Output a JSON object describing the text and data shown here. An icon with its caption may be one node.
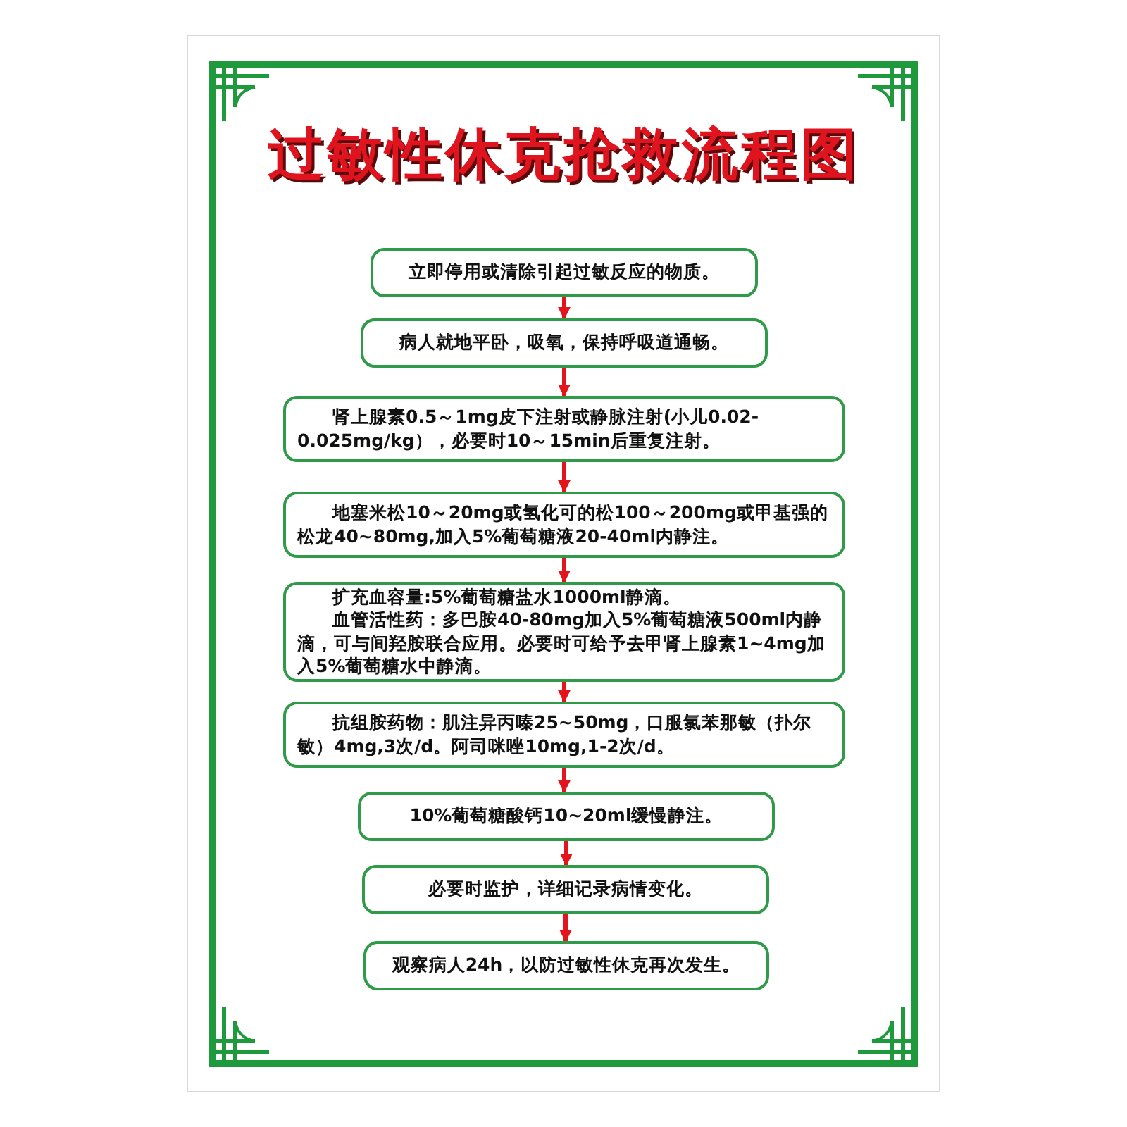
{
  "diagram": {
    "title": "过敏性休克抢救流程图",
    "nodes": [
      {
        "text": [
          "立即停用或清除引起过敏反应的物质。"
        ]
      },
      {
        "text": [
          "病人就地平卧，吸氧，保持呼吸道通畅。"
        ]
      },
      {
        "text": [
          "肾上腺素0.5～1mg皮下注射或静脉注射(小儿0.02-0.025mg/kg），必要时10～15min后重复注射。"
        ]
      },
      {
        "text": [
          "地塞米松10～20mg或氢化可的松100～200mg或甲基强的松龙40~80mg,加入5%葡萄糖液20-40ml内静注。"
        ]
      },
      {
        "text": [
          "扩充血容量:5%葡萄糖盐水1000ml静滴。",
          "血管活性药：多巴胺40-80mg加入5%葡萄糖液500ml内静滴，可与间羟胺联合应用。必要时可给予去甲肾上腺素1~4mg加入5%葡萄糖水中静滴。"
        ]
      },
      {
        "text": [
          "抗组胺药物：肌注异丙嗪25~50mg，口服氯苯那敏（扑尔敏）4mg,3次/d。阿司咪唑10mg,1-2次/d。"
        ]
      },
      {
        "text": [
          "10%葡萄糖酸钙10~20ml缓慢静注。"
        ]
      },
      {
        "text": [
          "必要时监护，详细记录病情变化。"
        ]
      },
      {
        "text": [
          "观察病人24h，以防过敏性休克再次发生。"
        ]
      }
    ],
    "edges": [
      {
        "from": 0,
        "to": 1,
        "arrow": "to"
      },
      {
        "from": 1,
        "to": 2,
        "arrow": "to"
      },
      {
        "from": 2,
        "to": 3,
        "arrow": "to"
      },
      {
        "from": 3,
        "to": 4,
        "arrow": "to"
      },
      {
        "from": 4,
        "to": 5,
        "arrow": "to"
      },
      {
        "from": 5,
        "to": 6,
        "arrow": "to"
      },
      {
        "from": 6,
        "to": 7,
        "arrow": "to"
      },
      {
        "from": 7,
        "to": 8,
        "arrow": "to"
      }
    ]
  }
}
